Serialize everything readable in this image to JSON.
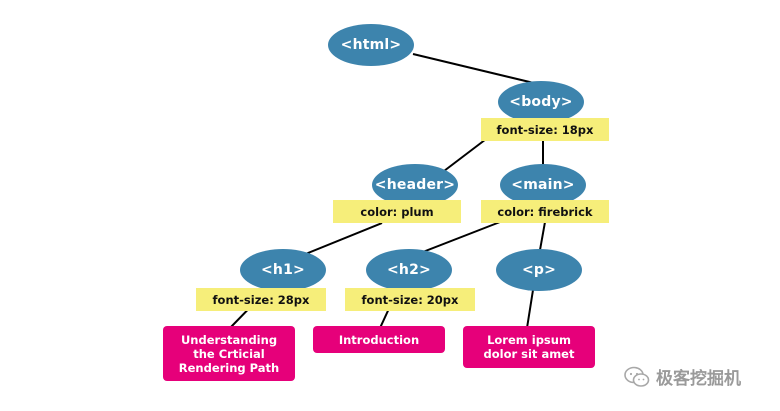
{
  "diagram": {
    "nodes": {
      "html": "<html>",
      "body": "<body>",
      "header": "<header>",
      "main": "<main>",
      "h1": "<h1>",
      "h2": "<h2>",
      "p": "<p>"
    },
    "style_labels": {
      "body": "font-size: 18px",
      "header": "color: plum",
      "main": "color: firebrick",
      "h1": "font-size: 28px",
      "h2": "font-size: 20px"
    },
    "text_nodes": {
      "h1": "Understanding the Crticial Rendering Path",
      "h2": "Introduction",
      "p": "Lorem ipsum dolor sit amet"
    }
  },
  "watermark": {
    "text": "极客挖掘机"
  },
  "colors": {
    "element_node": "#3d84ad",
    "style_label": "#f6ee7a",
    "text_node": "#e6007a",
    "edge": "#000000"
  }
}
